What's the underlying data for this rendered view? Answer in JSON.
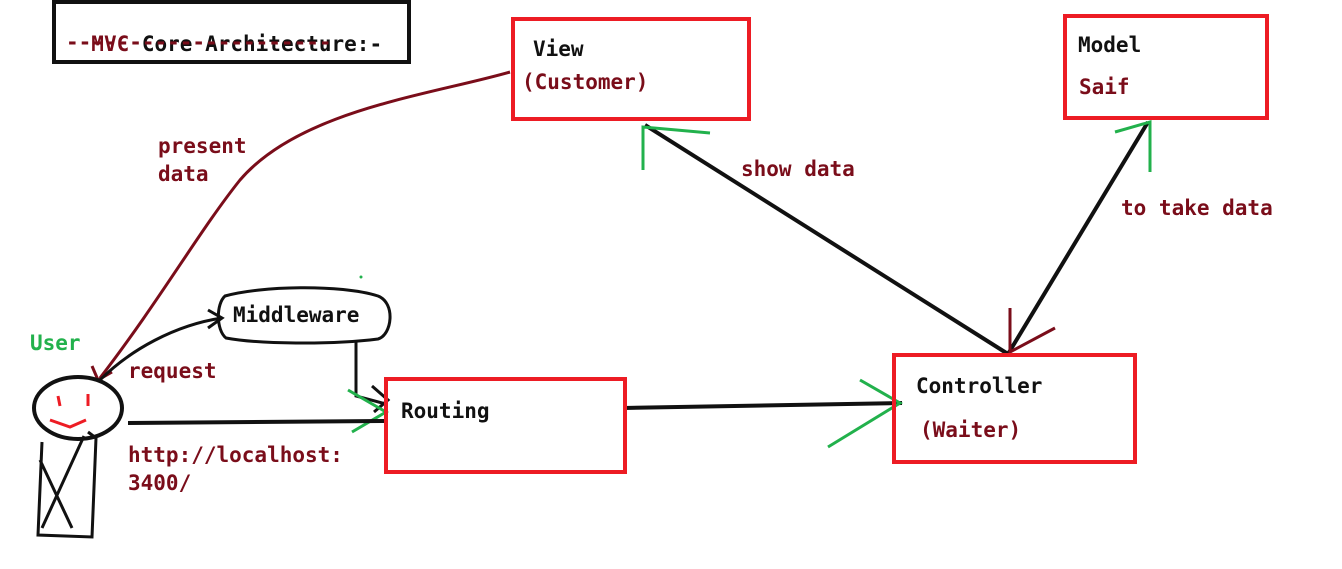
{
  "title": {
    "part1": "MVC",
    "part2": " Core Architecture:-",
    "underline": "---------------------"
  },
  "nodes": {
    "view": {
      "line1": "View",
      "line2": "(Customer)"
    },
    "model": {
      "line1": "Model",
      "line2": "Saif"
    },
    "controller": {
      "line1": "Controller",
      "line2": "(Waiter)"
    },
    "routing": {
      "label": "Routing"
    },
    "middleware": {
      "label": "Middleware"
    },
    "user": {
      "label": "User"
    }
  },
  "edge_labels": {
    "present_data_1": "present",
    "present_data_2": "data",
    "show_data": "show data",
    "to_take_data": "to take data",
    "request": "request",
    "url_1": "http://localhost:",
    "url_2": "3400/"
  },
  "colors": {
    "box_border": "#ed1c24",
    "label_maroon": "#7a0d1a",
    "arrow_green": "#22b14c",
    "line_black": "#111111"
  }
}
